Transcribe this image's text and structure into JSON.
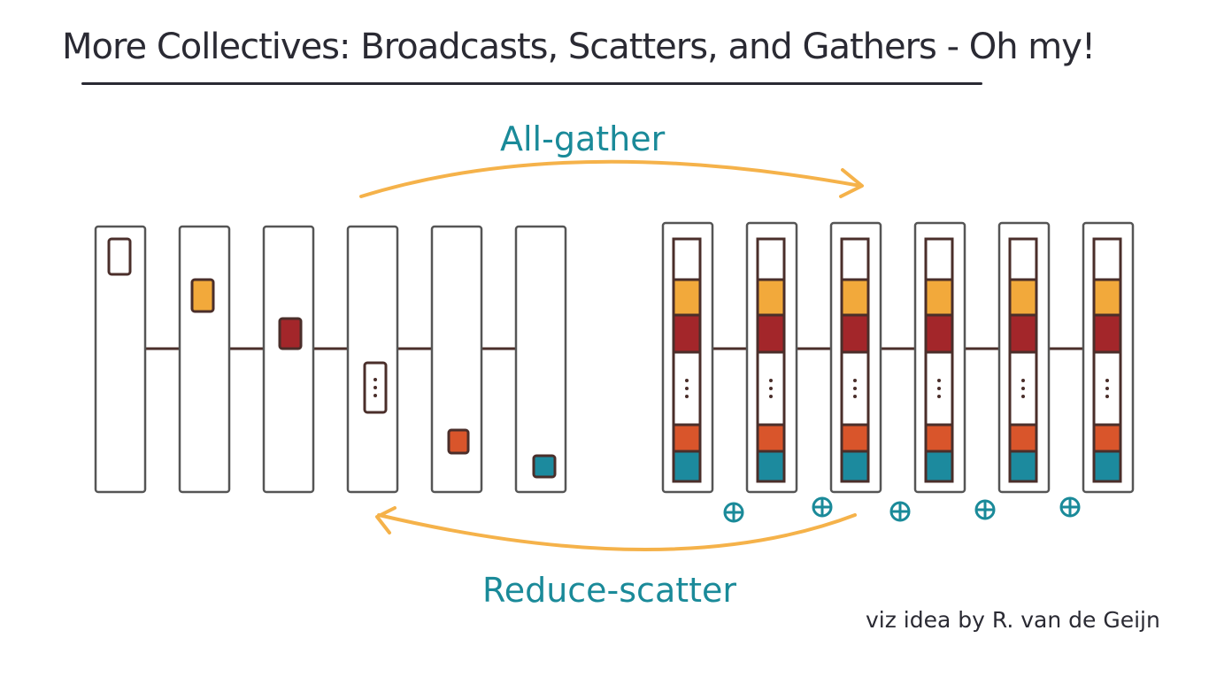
{
  "title": "More Collectives: Broadcasts, Scatters, and Gathers - Oh my!",
  "top_arrow_label": "All-gather",
  "bottom_arrow_label": "Reduce-scatter",
  "credit": "viz idea by R. van de Geijn",
  "reduce_symbol": "⊕",
  "colors": {
    "ink": "#4a2e2a",
    "white_block": "#ffffff",
    "orange_block": "#f2a93b",
    "red_block": "#a3262a",
    "orange_red_block": "#d9552b",
    "teal_block": "#1c8a9e",
    "arrow": "#f5b24a",
    "teal_text": "#1a8a99"
  },
  "left_group": {
    "process_count": 6,
    "blocks": [
      "white",
      "orange",
      "red",
      "dots",
      "orange_red",
      "teal"
    ]
  },
  "right_group": {
    "process_count": 6,
    "stack": [
      "white",
      "orange",
      "red",
      "dots",
      "orange_red",
      "teal"
    ]
  },
  "reduce_operator_count": 5
}
